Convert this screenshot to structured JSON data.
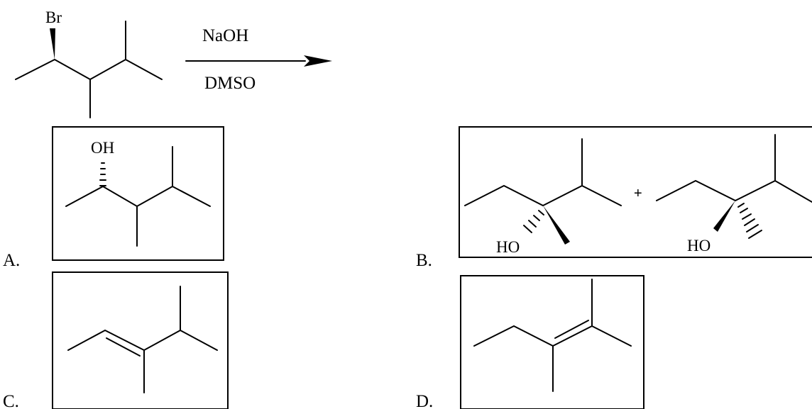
{
  "reactant": {
    "substituent_label": "Br"
  },
  "reagents": {
    "above_arrow": "NaOH",
    "below_arrow": "DMSO"
  },
  "options": [
    {
      "letter": "A.",
      "labels": [
        "OH"
      ]
    },
    {
      "letter": "B.",
      "labels": [
        "HO",
        "HO"
      ],
      "joiner": "+"
    },
    {
      "letter": "C.",
      "labels": []
    },
    {
      "letter": "D.",
      "labels": []
    }
  ]
}
